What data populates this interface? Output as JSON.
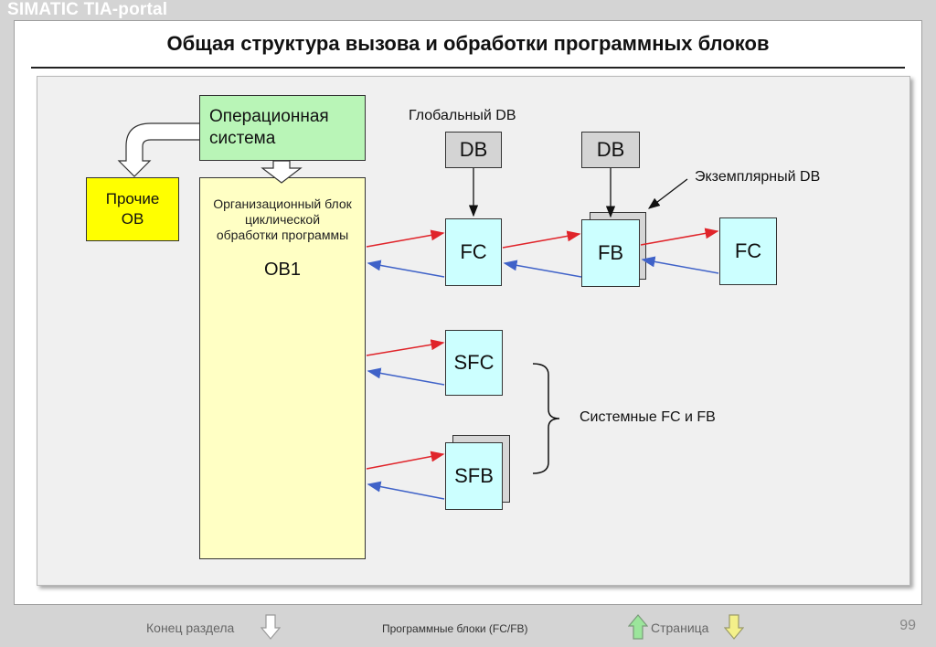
{
  "app_title": "SIMATIC TIA-portal",
  "slide_title": "Общая структура вызова и обработки программных блоков",
  "diagram": {
    "os_box": "Операционная система",
    "other_ob": "Прочие OB",
    "ob1_desc": "Организационный блок циклической обработки программы",
    "ob1_name": "OB1",
    "global_db_label": "Глобальный DB",
    "db1": "DB",
    "db2": "DB",
    "instance_db_label": "Экземплярный DB",
    "fc1": "FC",
    "fb": "FB",
    "fc2": "FC",
    "sfc": "SFC",
    "sfb": "SFB",
    "system_label": "Системные FC и FB"
  },
  "footer": {
    "section_end": "Конец раздела",
    "chapter": "Программные блоки (FC/FB)",
    "page_label": "Страница",
    "page_number": "99"
  },
  "colors": {
    "call_arrow": "#e0242a",
    "return_arrow": "#3f62c8",
    "os_fill": "#b9f5b7",
    "block_fill": "#ccffff",
    "ob_fill": "#ffff00"
  }
}
